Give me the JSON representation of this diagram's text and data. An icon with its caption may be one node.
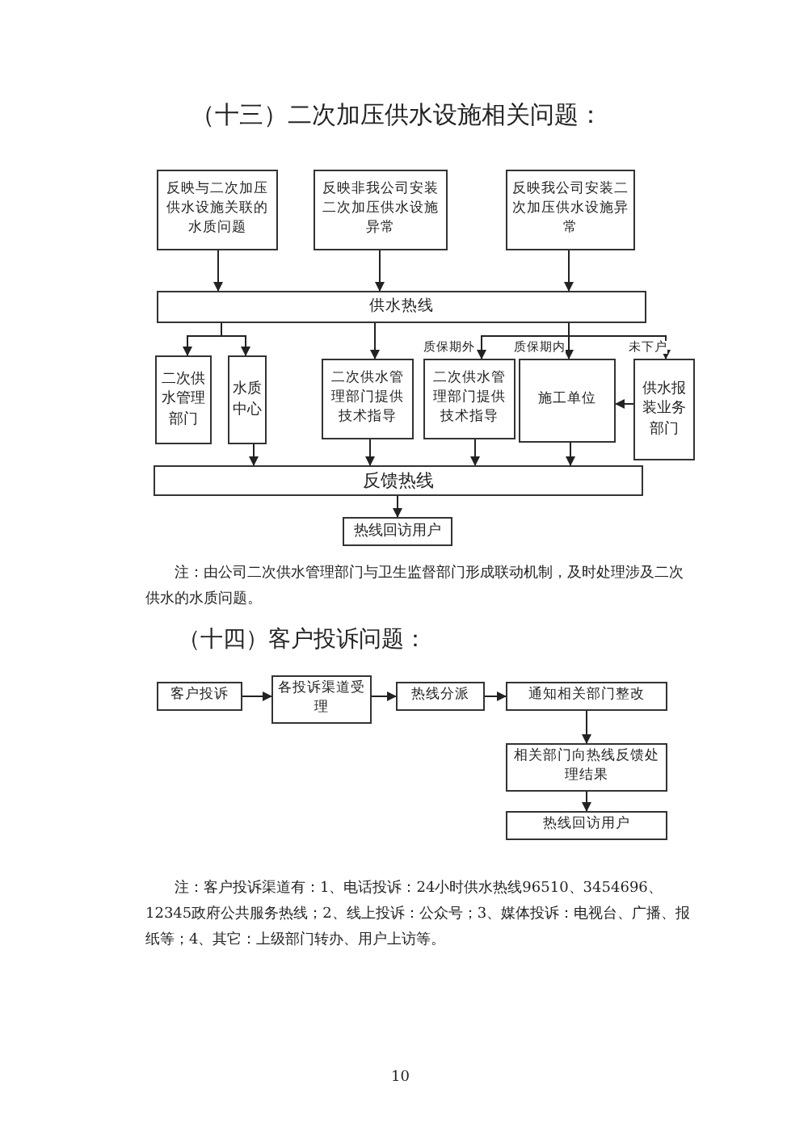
{
  "diagram": {
    "title": "（十三）二次加压供水设施相关问题：",
    "nodes": [
      {
        "text": [
          "反映与二次加压供水设施关联的水质问题"
        ]
      },
      {
        "text": [
          "反映非我公司安装二次加压供水设施异常"
        ]
      },
      {
        "text": [
          "反映我公司安装二次加压供水设施异常"
        ]
      },
      {
        "text": [
          "供水热线"
        ]
      },
      {
        "text": [
          "二次供水管理部门"
        ]
      },
      {
        "text": [
          "水质中心"
        ]
      },
      {
        "text": [
          "二次供水管理部门提供技术指导"
        ]
      },
      {
        "text": [
          "二次供水管理部门提供技术指导"
        ]
      },
      {
        "text": [
          "施工单位"
        ]
      },
      {
        "text": [
          "供水报装业务部门"
        ]
      },
      {
        "text": [
          "反馈热线"
        ]
      },
      {
        "text": [
          "热线回访用户"
        ]
      },
      {
        "text": [
          "客户投诉"
        ]
      },
      {
        "text": [
          "各投诉渠道受理"
        ]
      },
      {
        "text": [
          "热线分派"
        ]
      },
      {
        "text": [
          "通知相关部门整改"
        ]
      },
      {
        "text": [
          "相关部门向热线反馈处理结果"
        ]
      },
      {
        "text": [
          "热线回访用户"
        ]
      }
    ],
    "edges": [
      {
        "from": 0,
        "to": 3,
        "arrow": "to"
      },
      {
        "from": 1,
        "to": 3,
        "arrow": "to"
      },
      {
        "from": 2,
        "to": 3,
        "arrow": "to"
      },
      {
        "from": 3,
        "to": 4,
        "arrow": "to"
      },
      {
        "from": 3,
        "to": 5,
        "arrow": "to"
      },
      {
        "from": 3,
        "to": 6,
        "arrow": "to"
      },
      {
        "from": 3,
        "to": 7,
        "arrow": "to",
        "label": "质保期外"
      },
      {
        "from": 3,
        "to": 8,
        "arrow": "to",
        "label": "质保期内"
      },
      {
        "from": 3,
        "to": 9,
        "arrow": "to",
        "label": "未下户"
      },
      {
        "from": 9,
        "to": 8,
        "arrow": "to"
      },
      {
        "from": 5,
        "to": 10,
        "arrow": "to"
      },
      {
        "from": 6,
        "to": 10,
        "arrow": "to"
      },
      {
        "from": 7,
        "to": 10,
        "arrow": "to"
      },
      {
        "from": 8,
        "to": 10,
        "arrow": "to"
      },
      {
        "from": 10,
        "to": 11,
        "arrow": "to"
      },
      {
        "from": 12,
        "to": 13,
        "arrow": "to"
      },
      {
        "from": 13,
        "to": 14,
        "arrow": "to"
      },
      {
        "from": 14,
        "to": 15,
        "arrow": "to"
      },
      {
        "from": 15,
        "to": 16,
        "arrow": "to"
      },
      {
        "from": 16,
        "to": 17,
        "arrow": "to"
      }
    ],
    "labels": [
      "注：由公司二次供水管理部门与卫生监督部门形成联动机制，及时处理涉及二次供水的水质问题。",
      "（十四）客户投诉问题：",
      "注：客户投诉渠道有：1、电话投诉：24小时供水热线96510、3454696、12345政府公共服务热线；2、线上投诉：公众号；3、媒体投诉：电视台、广播、报纸等；4、其它：上级部门转办、用户上访等。",
      "10"
    ]
  }
}
